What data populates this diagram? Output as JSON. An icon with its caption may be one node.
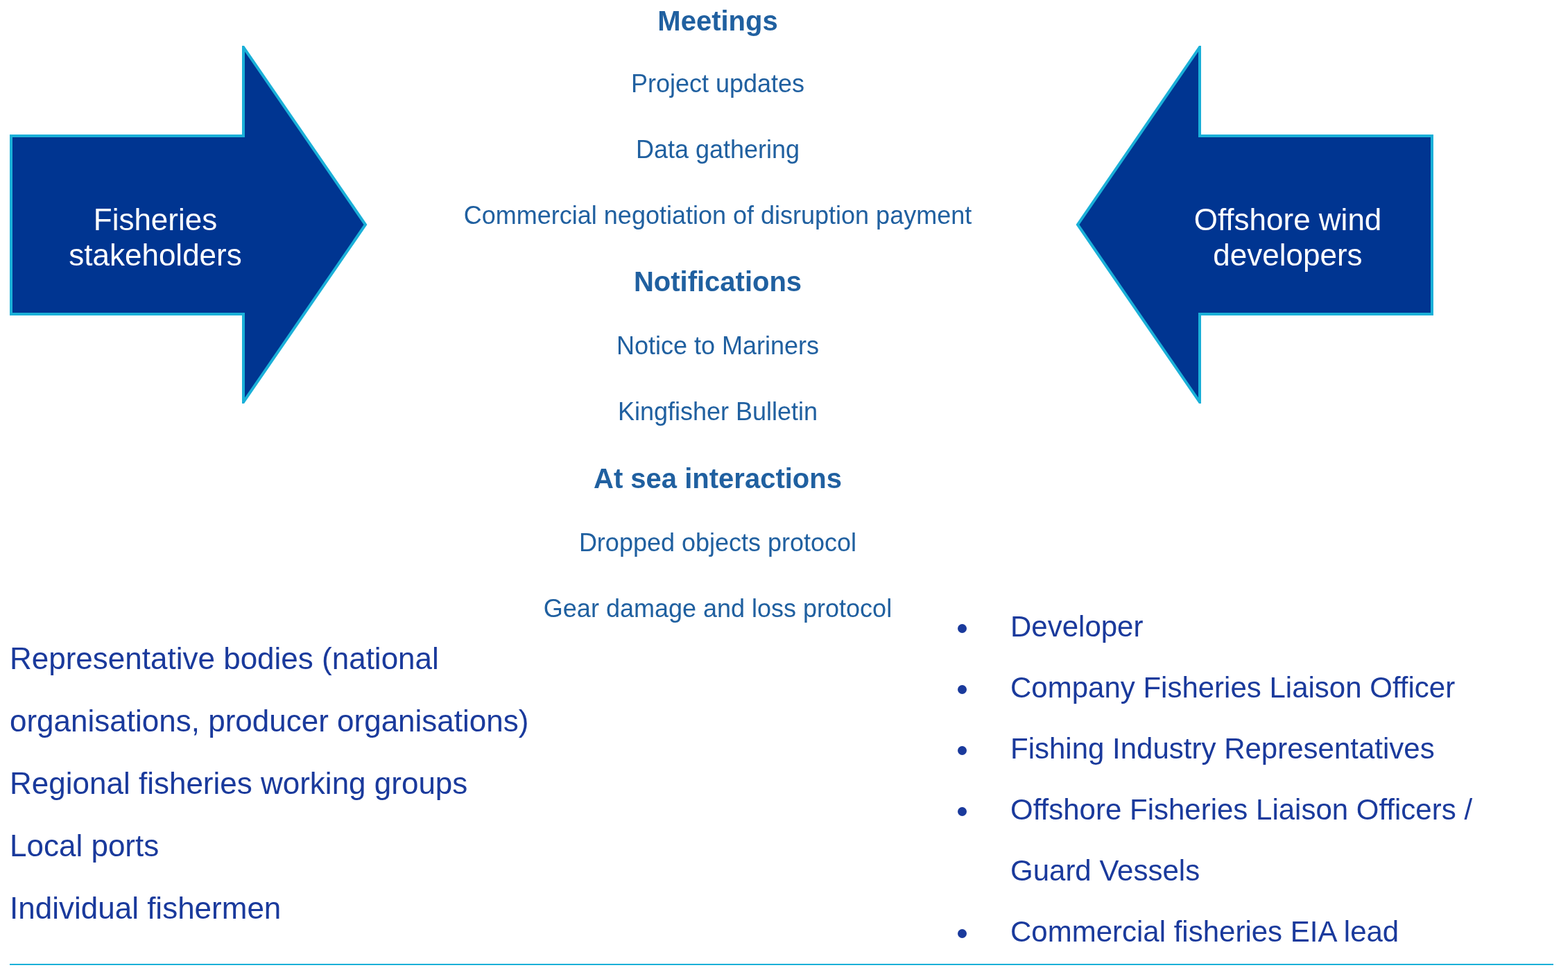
{
  "diagram": {
    "nodes": [
      {
        "text": [
          "Fisheries stakeholders"
        ]
      },
      {
        "text": [
          "Offshore wind developers"
        ]
      }
    ],
    "labels": [
      "Meetings",
      "Project updates",
      "Data gathering",
      "Commercial negotiation of disruption payment",
      "Notifications",
      "Notice to Mariners",
      "Kingfisher Bulletin",
      "At sea interactions",
      "Dropped objects protocol",
      "Gear damage and loss protocol",
      "Representative bodies (national organisations, producer organisations)",
      "Regional fisheries working groups",
      "Local ports",
      "Individual fishermen",
      "Developer",
      "Company Fisheries Liaison Officer",
      "Fishing Industry Representatives",
      "Offshore Fisheries Liaison Officers / Guard Vessels",
      "Commercial fisheries EIA lead"
    ]
  }
}
